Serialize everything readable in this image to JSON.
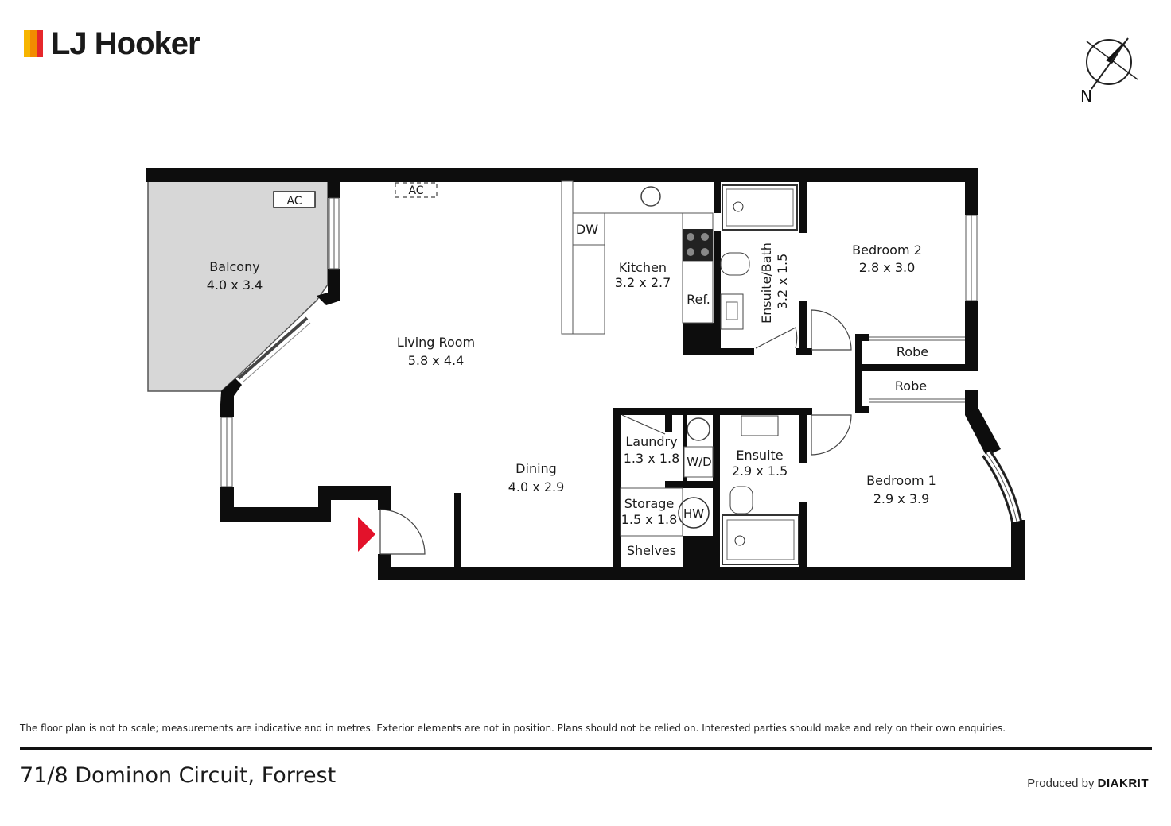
{
  "brand": {
    "name": "LJ Hooker",
    "bar_colors": [
      "#f7b500",
      "#f28c00",
      "#e6272b"
    ]
  },
  "compass": {
    "label": "N"
  },
  "rooms": {
    "balcony": {
      "name": "Balcony",
      "dims": "4.0 x 3.4"
    },
    "living": {
      "name": "Living Room",
      "dims": "5.8 x 4.4"
    },
    "kitchen": {
      "name": "Kitchen",
      "dims": "3.2 x 2.7"
    },
    "ensuite_bath": {
      "name": "Ensuite/Bath",
      "dims": "3.2 x 1.5"
    },
    "bedroom2": {
      "name": "Bedroom 2",
      "dims": "2.8 x 3.0"
    },
    "dining": {
      "name": "Dining",
      "dims": "4.0 x 2.9"
    },
    "laundry": {
      "name": "Laundry",
      "dims": "1.3 x 1.8"
    },
    "ensuite": {
      "name": "Ensuite",
      "dims": "2.9 x 1.5"
    },
    "bedroom1": {
      "name": "Bedroom 1",
      "dims": "2.9 x 3.9"
    },
    "storage": {
      "name": "Storage",
      "dims": "1.5 x 1.8"
    }
  },
  "fixtures": {
    "ac1": "AC",
    "ac2": "AC",
    "dw": "DW",
    "ref": "Ref.",
    "wd": "W/D",
    "hw": "HW",
    "robe1": "Robe",
    "robe2": "Robe",
    "shelves": "Shelves"
  },
  "colors": {
    "wall": "#0d0d0d",
    "balcony_fill": "#d7d7d7",
    "entry_arrow": "#e3122b"
  },
  "footer": {
    "disclaimer": "The floor plan is not to scale; measurements are indicative and in metres. Exterior elements are not in position. Plans should not be relied on. Interested parties should make and rely on their own enquiries.",
    "address": "71/8 Dominon Circuit, Forrest",
    "produced_prefix": "Produced by",
    "produced_brand": "DIAKRIT"
  }
}
